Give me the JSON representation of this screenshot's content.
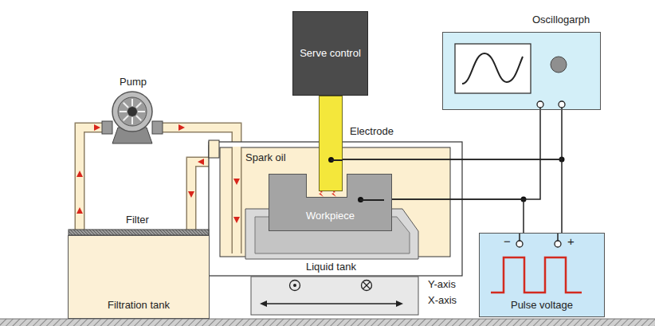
{
  "diagram": {
    "nodes": [
      {
        "text": [
          "Serve control"
        ]
      },
      {
        "text": [
          "Electrode"
        ]
      },
      {
        "text": [
          "Workpiece"
        ]
      },
      {
        "text": [
          "Oscillogarph"
        ]
      },
      {
        "text": [
          "Pulse voltage"
        ]
      },
      {
        "text": [
          "Filtration tank"
        ]
      }
    ],
    "edges": [
      {
        "from": 1,
        "to": 3,
        "arrow": "none"
      },
      {
        "from": 1,
        "to": 4,
        "arrow": "none"
      },
      {
        "from": 2,
        "to": 3,
        "arrow": "none"
      },
      {
        "from": 2,
        "to": 4,
        "arrow": "none"
      }
    ],
    "labels": [
      "Pump",
      "Filter",
      "Spark oil",
      "Liquid tank",
      "Y-axis",
      "X-axis",
      "−",
      "+"
    ]
  }
}
